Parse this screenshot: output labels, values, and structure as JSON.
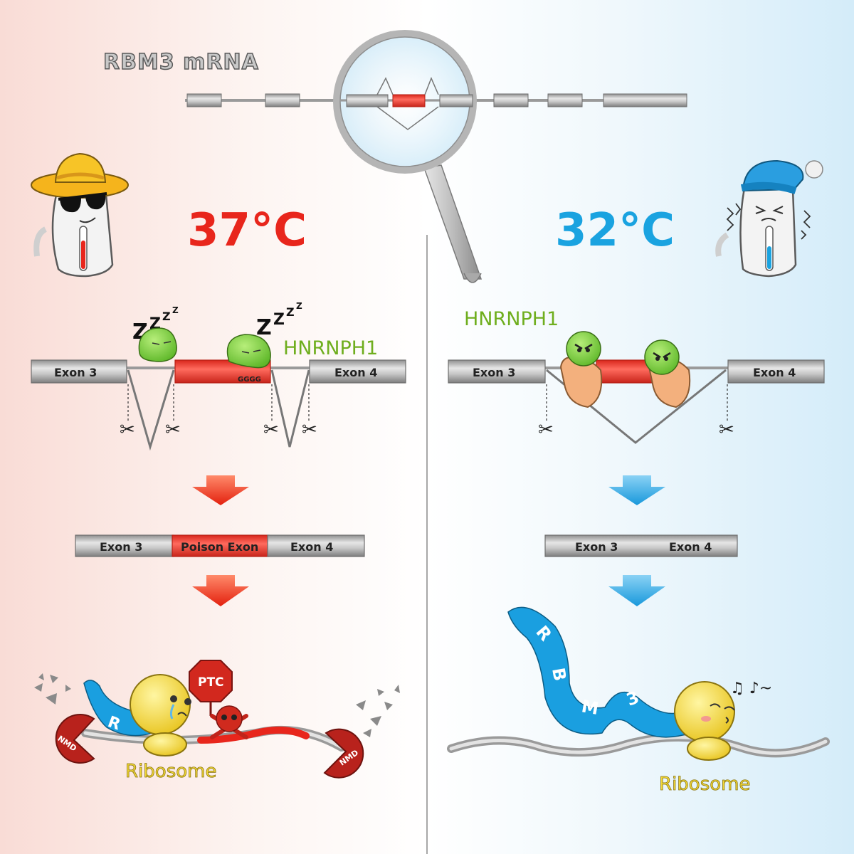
{
  "title": "RBM3 mRNA",
  "left": {
    "temperature": "37°C",
    "protein_label": "HNRNPH1",
    "sleep_glyph": "Z",
    "motif": "GGGG",
    "exon_left": "Exon 3",
    "exon_right": "Exon 4",
    "product": {
      "exon3": "Exon 3",
      "poison": "Poison Exon",
      "exon4": "Exon 4"
    },
    "stop_sign": "PTC",
    "nmd": "NMD",
    "scarf_letter": "R",
    "ribosome": "Ribosome"
  },
  "right": {
    "temperature": "32°C",
    "protein_label": "HNRNPH1",
    "exon_left": "Exon 3",
    "exon_right": "Exon 4",
    "product": {
      "exon3": "Exon 3",
      "exon4": "Exon 4"
    },
    "scarf_letters": [
      "R",
      "B",
      "M",
      "3"
    ],
    "music": "♫ ♪~",
    "ribosome": "Ribosome"
  },
  "colors": {
    "warm": "#e8261c",
    "cold": "#1aa3e0",
    "green_label": "#6fae1e",
    "protein_green": "#7fd43c",
    "exon_grey": "#a7a7a7",
    "poison_red": "#f1463a",
    "ribosome_yellow": "#f2d836",
    "nmd_red": "#b8221c"
  }
}
